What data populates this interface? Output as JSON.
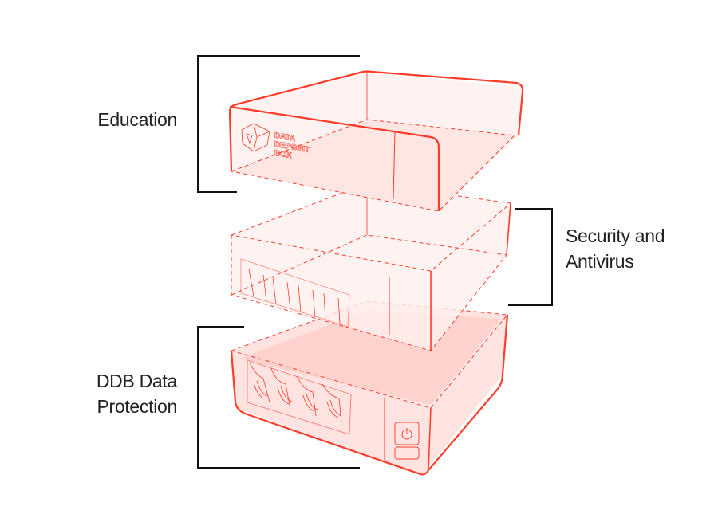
{
  "labels": {
    "education": "Education",
    "security_line1": "Security and",
    "security_line2": "Antivirus",
    "protection_line1": "DDB Data",
    "protection_line2": "Protection"
  },
  "logo": {
    "line1": "DATA",
    "line2": "DEPOSIT",
    "line3": "BOX"
  },
  "colors": {
    "accent": "#ff3b2a",
    "fill": "#ffd9d6",
    "bracket": "#111111"
  }
}
